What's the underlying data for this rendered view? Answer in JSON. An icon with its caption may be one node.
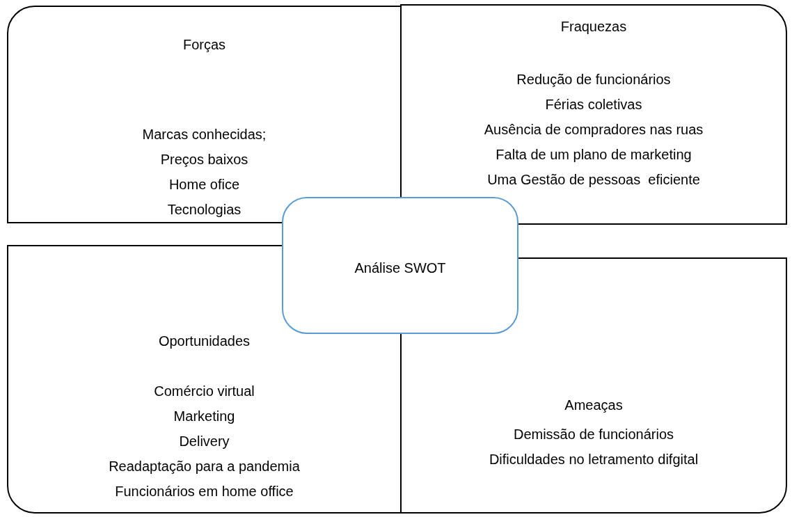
{
  "diagram": {
    "nodes": [
      {
        "text": [
          "Forças",
          "Marcas conhecidas;",
          "Preços baixos",
          "Home ofice",
          "Tecnologias"
        ]
      },
      {
        "text": [
          "Fraquezas",
          "Redução de funcionários",
          "Férias coletivas",
          "Ausência de compradores nas ruas",
          "Falta de um plano de marketing",
          "Uma Gestão de pessoas  eficiente"
        ]
      },
      {
        "text": [
          "Análise SWOT"
        ]
      },
      {
        "text": [
          "Oportunidades",
          "Comércio virtual",
          "Marketing",
          "Delivery",
          "Readaptação para a pandemia",
          "Funcionários em home office"
        ]
      },
      {
        "text": [
          "Ameaças",
          "Demissão de funcionários",
          "Dificuldades no letramento difgital"
        ]
      }
    ],
    "edges": []
  }
}
